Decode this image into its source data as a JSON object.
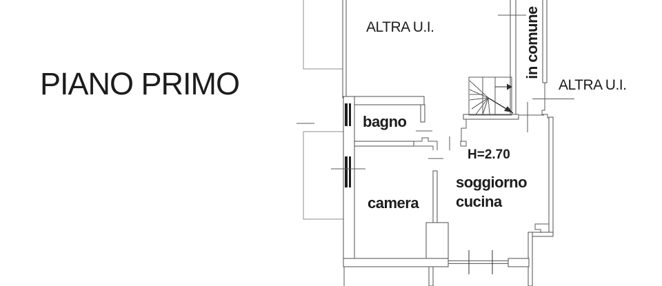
{
  "floor_plan": {
    "title": "PIANO PRIMO",
    "labels": {
      "altra_ui_top": "ALTRA U.I.",
      "altra_ui_right": "ALTRA U.I.",
      "corridor": "in comune",
      "bathroom": "bagno",
      "bedroom": "camera",
      "living_room": "soggiorno",
      "kitchen": "cucina",
      "ceiling_height": "H=2.70"
    },
    "colors": {
      "background": "#ffffff",
      "wall_line": "#4d4d4d",
      "light_line": "#8c8c8c",
      "thin_line": "#5a5a5a",
      "dark_line": "#2e2e2e",
      "text": "#1c1c1c"
    }
  }
}
